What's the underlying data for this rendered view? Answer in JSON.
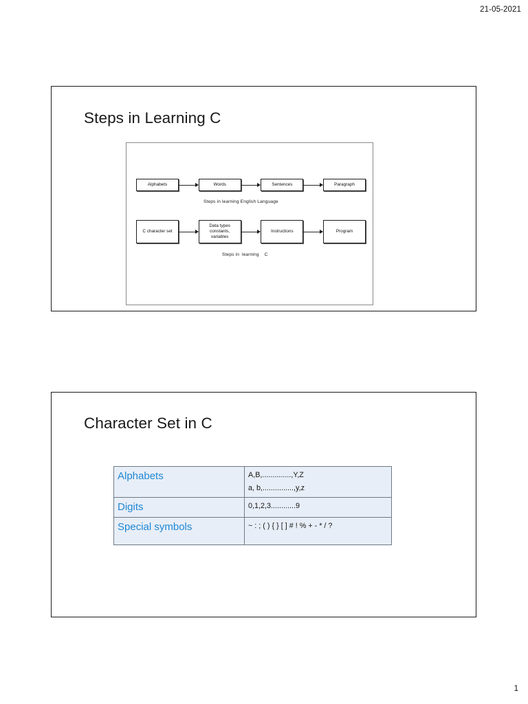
{
  "page": {
    "date": "21-05-2021",
    "page_number": "1"
  },
  "slides": [
    {
      "title": "Steps in Learning C",
      "diagram": {
        "rows": [
          {
            "name": "english-flow",
            "boxes": [
              "Alphabets",
              "Words",
              "Sentences",
              "Paragraph"
            ],
            "caption": "Steps in learning English Language"
          },
          {
            "name": "c-flow",
            "boxes": [
              "C character set",
              "Data types\nconstants,\nvariables",
              "Instructions",
              "Program"
            ],
            "caption": "Steps in  learning    C"
          }
        ]
      }
    },
    {
      "title": "Character Set in C",
      "table": {
        "rows": [
          {
            "key": "Alphabets",
            "values": [
              "A,B,..............,Y,Z",
              "a, b,...............,y,z"
            ]
          },
          {
            "key": "Digits",
            "values": [
              "0,1,2,3............9"
            ]
          },
          {
            "key": "Special symbols",
            "values": [
              "~ : ; ( ) { } [ ] # ! % + - * / ?"
            ]
          }
        ]
      }
    }
  ],
  "colors": {
    "table_key_text": "#1e87d4",
    "table_fill": "#e8eef7",
    "table_border": "#6d7a86",
    "slide_border": "#1a1a1a"
  }
}
